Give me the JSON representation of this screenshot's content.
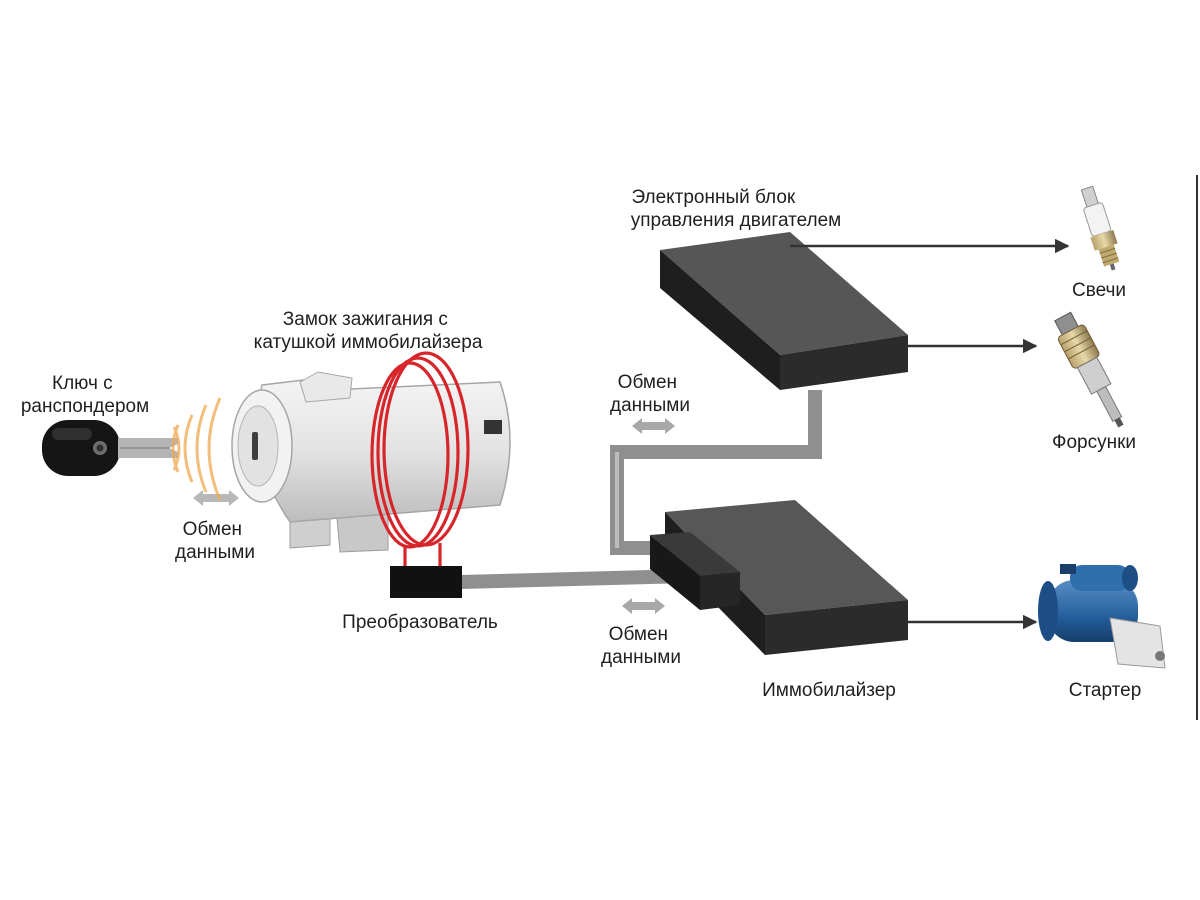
{
  "labels": {
    "key": [
      "Ключ с",
      "ранспондером"
    ],
    "lock": [
      "Замок зажигания с",
      "катушкой иммобилайзера"
    ],
    "exchange_key": [
      "Обмен",
      "данными"
    ],
    "converter": "Преобразователь",
    "ecu": [
      "Электронный блок",
      "управления двигателем"
    ],
    "exchange_ecu": [
      "Обмен",
      "данными"
    ],
    "exchange_immo": [
      "Обмен",
      "данными"
    ],
    "immobilizer": "Иммобилайзер",
    "spark_plugs": "Свечи",
    "injectors": "Форсунки",
    "starter": "Стартер"
  },
  "colors": {
    "coil": "#d7262b",
    "box": "#2b2b2b",
    "cable": "#8f8f8f",
    "arrow": "#333333",
    "waves": "#f0a850"
  }
}
